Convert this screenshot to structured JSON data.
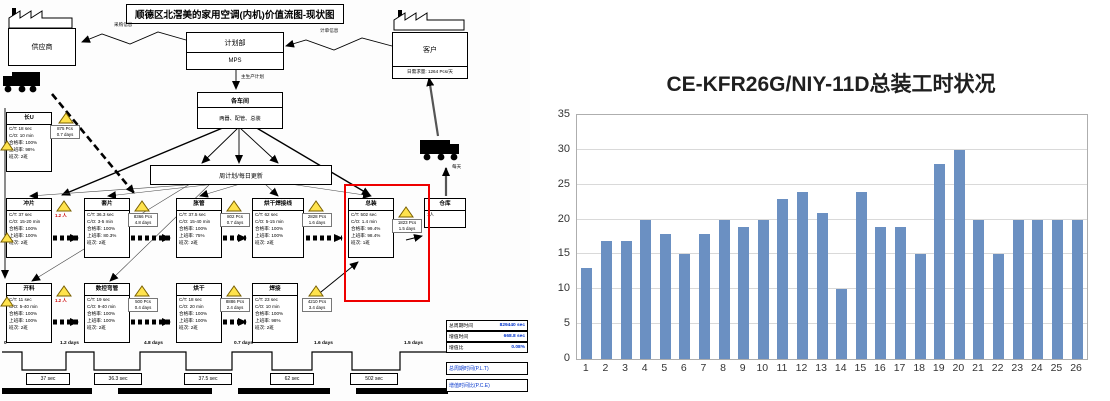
{
  "vsm": {
    "title": "顺德区北滘美的家用空调(内机)价值流图-现状图",
    "supplier": "供应商",
    "planning": "计划部",
    "planning_sub": "MPS",
    "customer": "客户",
    "customer_demand": "日需求量: 1264 Pcs/天",
    "workshops": "各车间",
    "workshops_sub": "两器、配管、总装",
    "schedule": "周计划/每日更新",
    "labels": {
      "purchase_info": "采购信息",
      "order_info": "计单信息",
      "mps_plan": "主生产计划",
      "daily": "每天"
    },
    "processes": [
      {
        "name": "长U",
        "data": "C/T: 18 sec\nC/O: 10 min\n合格率: 100%\n上班率: 98%\n班次: 2班"
      },
      {
        "name": "冲片",
        "data": "C/T: 37 sec\nC/O: 15-20 min\n合格率: 100%\n上班率: 100%\n班次: 2班"
      },
      {
        "name": "套片",
        "data": "C/T: 36.3 sec\nC/O: 3-5 min\n合格率: 100%\n上班率: 80.3%\n班次: 2班"
      },
      {
        "name": "胀管",
        "data": "C/T: 37.5 sec\nC/O: 15-40 min\n合格率: 100%\n上班率: 75%\n班次: 2班"
      },
      {
        "name": "烘干焊接线",
        "data": "C/T: 62 sec\nC/O: 5-15 min\n合格率: 100%\n上班率: 100%\n班次: 2班"
      },
      {
        "name": "总装",
        "data": "C/T: 502 sec\nC/O: 1.4 min\n合格率: 99.4%\n上班率: 98.4%\n班次: 1班"
      },
      {
        "name": "仓库",
        "data": "1人"
      },
      {
        "name": "开料",
        "data": "C/T: 11 sec\nC/O: 5-40 min\n合格率: 100%\n上班率: 100%\n班次: 2班"
      },
      {
        "name": "数控弯管",
        "data": "C/T: 19 sec\nC/O: 9-40 min\n合格率: 100%\n上班率: 100%\n班次: 2班"
      },
      {
        "name": "烘干",
        "data": "C/T: 18 sec\nC/O: 20 min\n合格率: 100%\n上班率: 100%\n班次: 2班"
      },
      {
        "name": "焊接",
        "data": "C/T: 23 sec\nC/O: 10 min\n合格率: 100%\n上班率: 98%\n班次: 2班"
      }
    ],
    "inventories": [
      "875 Pcs\n0.7 days",
      "1.2 人",
      "8366 Pcs\n4.8 days",
      "802 Pcs\n0.7 days",
      "2828 Pcs\n1.6 days",
      "1823 Pcs\n1.5 days",
      "1.2 人",
      "500 Pcs\n0.4 days",
      "8886 Pcs\n2.4 days",
      "4210 Pcs\n3.4 days"
    ],
    "timeline": {
      "days": [
        "0",
        "1.2 days",
        "4.8 days",
        "0.7 days",
        "1.6 days",
        "1.5 days"
      ],
      "secs": [
        "37 sec",
        "36.3 sec",
        "37.5 sec",
        "62 sec",
        "502 sec"
      ]
    },
    "summary": {
      "rows": [
        {
          "label": "总周期时间",
          "value": "829440 sec"
        },
        {
          "label": "增值时间",
          "value": "668.8 sec"
        },
        {
          "label": "增值比",
          "value": "0.08%"
        }
      ],
      "notes": [
        "总周期时间(P.L.T)",
        "增值时间比(P.C.E)"
      ]
    }
  },
  "chart_data": {
    "type": "bar",
    "title": "CE-KFR26G/NIY-11D总装工时状况",
    "categories": [
      "1",
      "2",
      "3",
      "4",
      "5",
      "6",
      "7",
      "8",
      "9",
      "10",
      "11",
      "12",
      "13",
      "14",
      "15",
      "16",
      "17",
      "18",
      "19",
      "20",
      "21",
      "22",
      "23",
      "24",
      "25",
      "26"
    ],
    "values": [
      13,
      17,
      17,
      20,
      18,
      15,
      18,
      20,
      19,
      20,
      23,
      24,
      21,
      10,
      24,
      19,
      19,
      15,
      28,
      30,
      20,
      15,
      20,
      20,
      20,
      20
    ],
    "xlabel": "",
    "ylabel": "",
    "ylim": [
      0,
      35
    ],
    "yticks": [
      0,
      5,
      10,
      15,
      20,
      25,
      30,
      35
    ],
    "bar_color": "#6b90c2",
    "grid": true,
    "legend": "none"
  }
}
